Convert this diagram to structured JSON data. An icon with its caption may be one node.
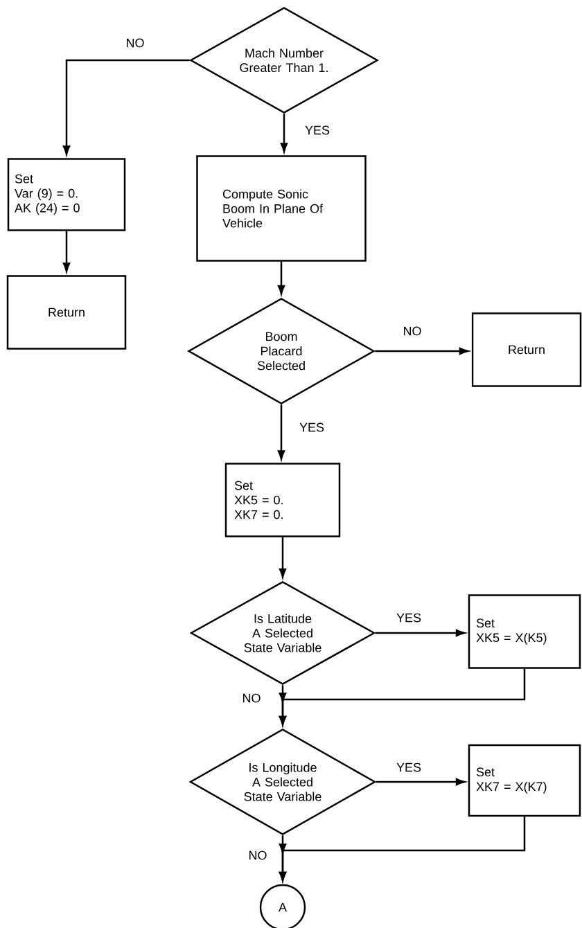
{
  "diagram": {
    "nodes": [
      {
        "text": [
          "Mach Number Greater Than 1."
        ]
      },
      {
        "text": [
          "Set",
          "Var (9) = 0.",
          "AK (24) = 0"
        ]
      },
      {
        "text": [
          "Return"
        ]
      },
      {
        "text": [
          "Compute Sonic Boom In Plane Of Vehicle"
        ]
      },
      {
        "text": [
          "Boom Placard Selected"
        ]
      },
      {
        "text": [
          "Return"
        ]
      },
      {
        "text": [
          "Set",
          "XK5 = 0.",
          "XK7 = 0."
        ]
      },
      {
        "text": [
          "Is Latitude A Selected State Variable"
        ]
      },
      {
        "text": [
          "Set",
          "XK5 = X(K5)"
        ]
      },
      {
        "text": [
          "Is Longitude A Selected State Variable"
        ]
      },
      {
        "text": [
          "Set",
          "XK7 = X(K7)"
        ]
      },
      {
        "text": [
          "A"
        ]
      }
    ],
    "edges": [
      {
        "from": 0,
        "to": 1,
        "arrow": "to",
        "label": "NO"
      },
      {
        "from": 0,
        "to": 3,
        "arrow": "to",
        "label": "YES"
      },
      {
        "from": 1,
        "to": 2,
        "arrow": "to"
      },
      {
        "from": 3,
        "to": 4,
        "arrow": "to"
      },
      {
        "from": 4,
        "to": 5,
        "arrow": "to",
        "label": "NO"
      },
      {
        "from": 4,
        "to": 6,
        "arrow": "to",
        "label": "YES"
      },
      {
        "from": 6,
        "to": 7,
        "arrow": "to"
      },
      {
        "from": 7,
        "to": 8,
        "arrow": "to",
        "label": "YES"
      },
      {
        "from": 7,
        "to": 9,
        "arrow": "to",
        "label": "NO"
      },
      {
        "from": 8,
        "to": 9,
        "arrow": "to"
      },
      {
        "from": 9,
        "to": 10,
        "arrow": "to",
        "label": "YES"
      },
      {
        "from": 9,
        "to": 11,
        "arrow": "to",
        "label": "NO"
      },
      {
        "from": 10,
        "to": 11,
        "arrow": "to"
      }
    ]
  }
}
